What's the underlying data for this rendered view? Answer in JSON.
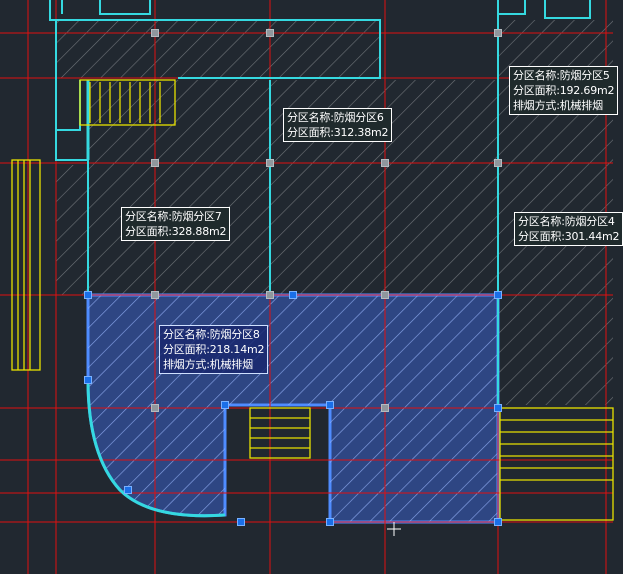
{
  "zones": [
    {
      "id": "zone5",
      "name_line": "分区名称:防烟分区5",
      "area_line": "分区面积:192.69m2",
      "method_line": "排烟方式:机械排烟"
    },
    {
      "id": "zone6",
      "name_line": "分区名称:防烟分区6",
      "area_line": "分区面积:312.38m2"
    },
    {
      "id": "zone7",
      "name_line": "分区名称:防烟分区7",
      "area_line": "分区面积:328.88m2"
    },
    {
      "id": "zone4",
      "name_line": "分区名称:防烟分区4",
      "area_line": "分区面积:301.44m2"
    },
    {
      "id": "zone8",
      "name_line": "分区名称:防烟分区8",
      "area_line": "分区面积:218.14m2",
      "method_line": "排烟方式:机械排烟"
    }
  ],
  "colors": {
    "background": "#212830",
    "wall": "#35d9e0",
    "axis": "#e01010",
    "stair": "#e8e000",
    "hatch": "#6f7479",
    "selection_fill": "#3a5fc8",
    "selection_edge": "#4f8cff",
    "label_text": "#ffffff"
  },
  "icons": {
    "grip": "grip-square-icon",
    "crosshair": "crosshair-cursor-icon"
  }
}
